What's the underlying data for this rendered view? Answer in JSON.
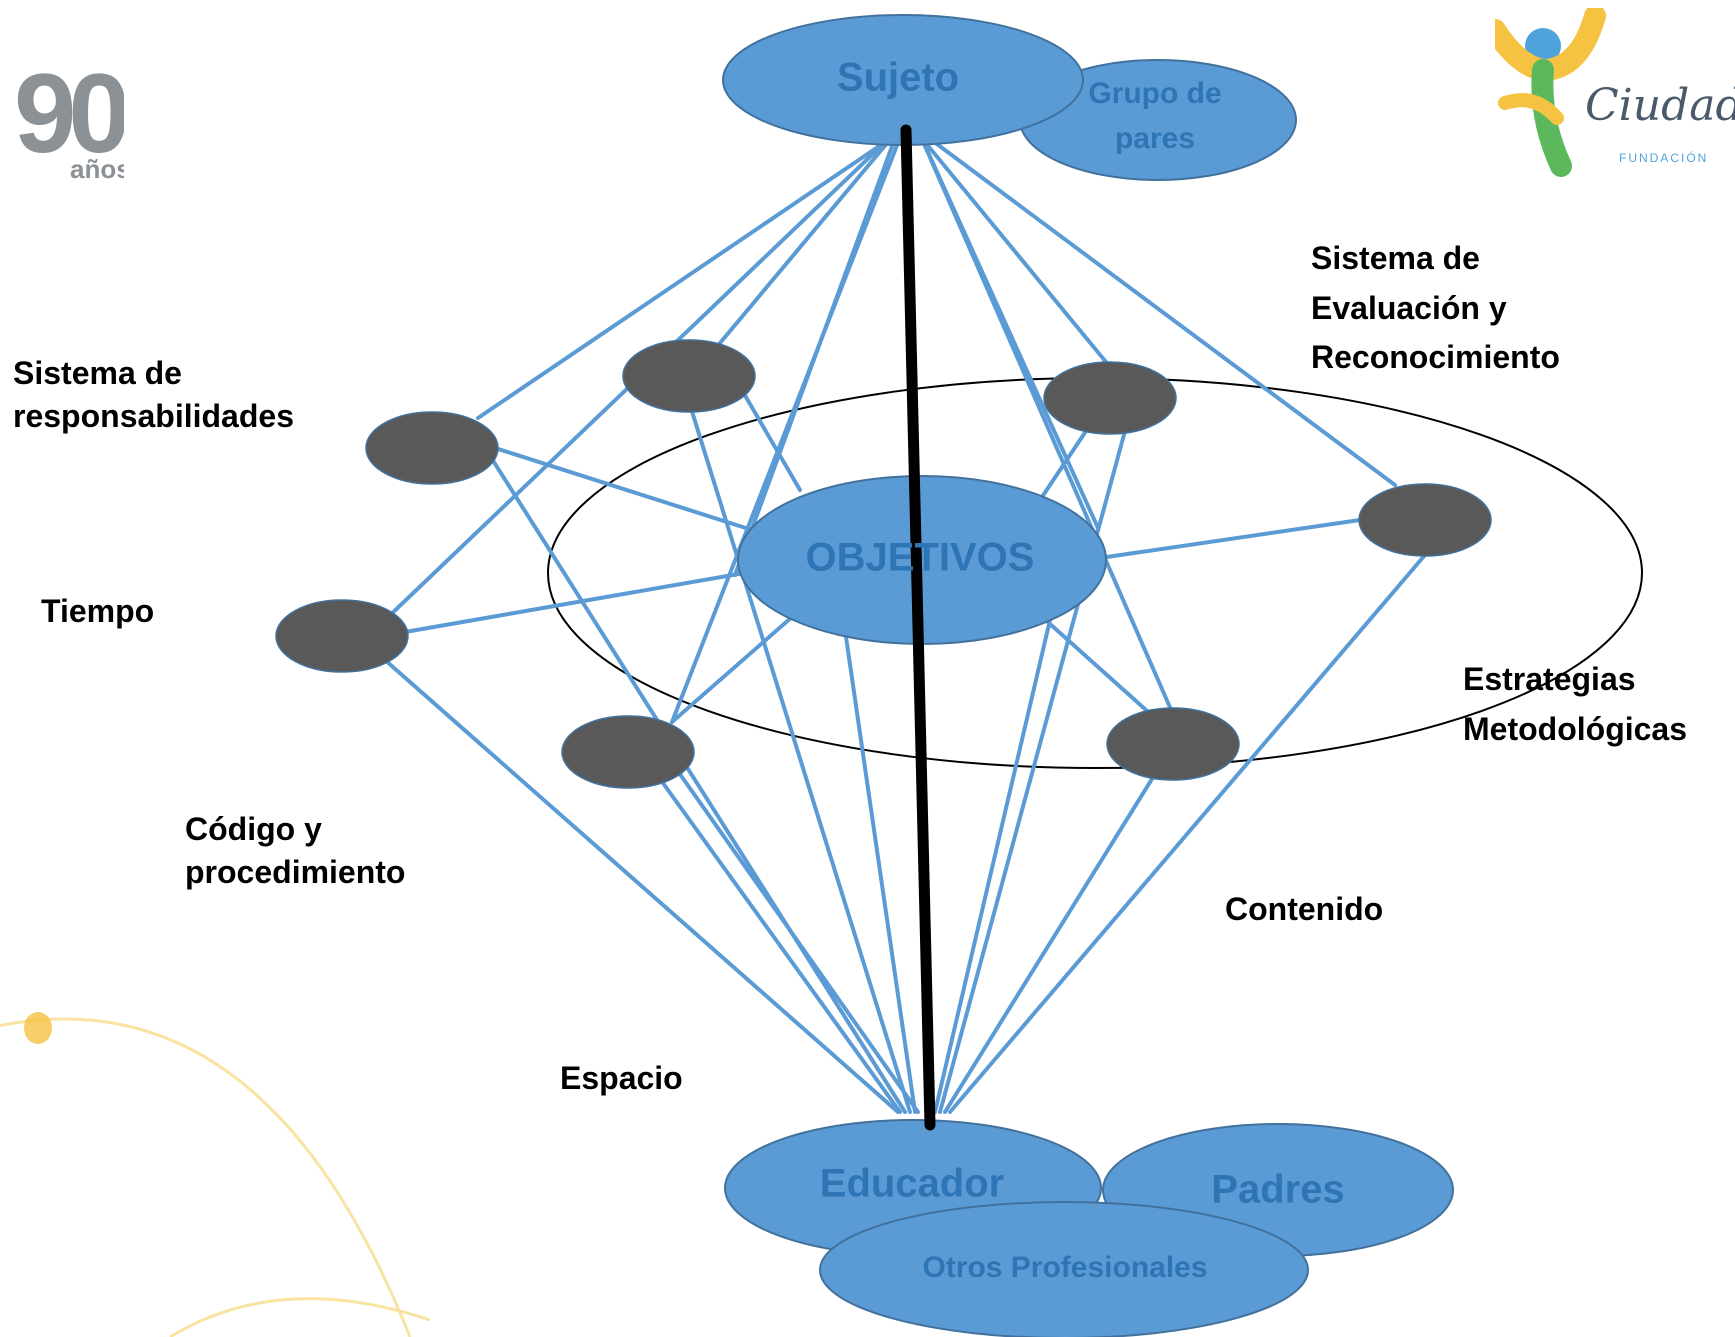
{
  "logos": {
    "left": {
      "number": "90",
      "text": "años"
    },
    "right": {
      "text": "Ciudad del",
      "subtext": "FUNDACIÓN"
    }
  },
  "nodes": {
    "top": {
      "sujeto": "Sujeto",
      "grupo": "Grupo de\npares"
    },
    "center": "OBJETIVOS",
    "bottom": {
      "educador": "Educador",
      "padres": "Padres",
      "otros": "Otros Profesionales"
    }
  },
  "labels": {
    "responsabilidades": "Sistema de\nresponsabilidades",
    "tiempo": "Tiempo",
    "codigo": "Código y\nprocedimiento",
    "espacio": "Espacio",
    "evaluacion": "Sistema de\nEvaluación y\nReconocimiento",
    "estrategias": "Estrategias\nMetodológicas",
    "contenido": "Contenido"
  },
  "colors": {
    "node_blue": "#5b9bd5",
    "node_border": "#41719c",
    "text_blue": "#2e75b6",
    "line_blue": "#5b9bd5",
    "dark_node": "#595959",
    "axis": "#000000",
    "accent_yellow": "#f5c242"
  }
}
